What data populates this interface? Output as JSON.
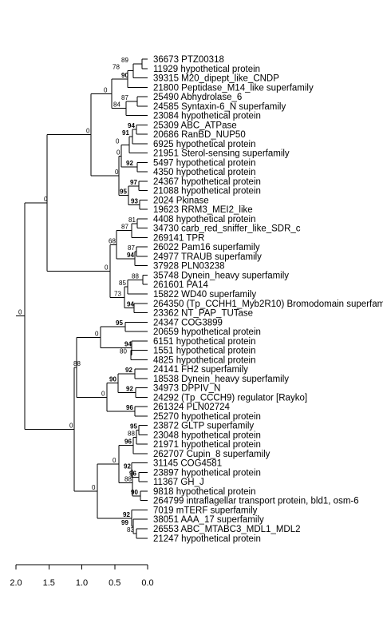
{
  "tree": {
    "leaves": [
      "36673 PTZ00318",
      "11929 hypothetical protein",
      "39315 M20_dipept_like_CNDP",
      "21800 Peptidase_M14_like superfamily",
      "25490 Abhydrolase_6",
      "24585 Syntaxin-6_N superfamily",
      "23084 hypothetical protein",
      "25309 ABC_ATPase",
      "20686 RanBD_NUP50",
      "6925 hypothetical protein",
      "21951 Sterol-sensing superfamily",
      "5497 hypothetical protein",
      "4350 hypothetical protein",
      "24367 hypothetical protein",
      "21088 hypothetical protein",
      "2024 Pkinase",
      "19623 RRM3_MEI2_like",
      "4408 hypothetical protein",
      "34730 carb_red_sniffer_like_SDR_c",
      "269141 TPR",
      "26022 Pam16 superfamily",
      "24977 TRAUB superfamily",
      "37928 PLN03238",
      "35748 Dynein_heavy superfamily",
      "261601 PA14",
      "15822 WD40 superfamily",
      "264350 (Tp_CCHH1_Myb2R10) Bromodomain superfamily",
      "23362 NT_PAP_TUTase",
      "24347 COG3899",
      "20659 hypothetical protein",
      "6151 hypothetical protein",
      "1551 hypothetical protein",
      "4825 hypothetical protein",
      "24141 FH2 superfamily",
      "18538 Dynein_heavy superfamily",
      "34973 DPPIV_N",
      "24292 (Tp_CCCH9) regulator [Rayko]",
      "261324 PLN02724",
      "25270 hypothetical protein",
      "23872 GLTP superfamily",
      "23048 hypothetical protein",
      "21971 hypothetical protein",
      "262707 Cupin_8 superfamily",
      "31145 COG4581",
      "23897 hypothetical protein",
      "11367 GH_J",
      "9818 hypothetical protein",
      "264799 intraflagellar transport protein, bld1, osm-6",
      "7019 mTERF superfamily",
      "38051 AAA_17 superfamily",
      "26553 ABC_MTABC3_MDL1_MDL2",
      "21247 hypothetical protein"
    ],
    "supports": [
      {
        "value": "89",
        "bold": false
      },
      {
        "value": "78",
        "bold": false
      },
      {
        "value": "90",
        "bold": true
      },
      {
        "value": "0",
        "bold": false
      },
      {
        "value": "87",
        "bold": false
      },
      {
        "value": "84",
        "bold": false
      },
      {
        "value": "0",
        "bold": false
      },
      {
        "value": "94",
        "bold": true
      },
      {
        "value": "91",
        "bold": true
      },
      {
        "value": "0",
        "bold": false
      },
      {
        "value": "92",
        "bold": true
      },
      {
        "value": "0",
        "bold": false
      },
      {
        "value": "97",
        "bold": true
      },
      {
        "value": "95",
        "bold": true
      },
      {
        "value": "93",
        "bold": true
      },
      {
        "value": "0",
        "bold": false
      },
      {
        "value": "81",
        "bold": false
      },
      {
        "value": "87",
        "bold": false
      },
      {
        "value": "68",
        "bold": false
      },
      {
        "value": "87",
        "bold": false
      },
      {
        "value": "94",
        "bold": true
      },
      {
        "value": "0",
        "bold": false
      },
      {
        "value": "88",
        "bold": false
      },
      {
        "value": "85",
        "bold": false
      },
      {
        "value": "73",
        "bold": false
      },
      {
        "value": "94",
        "bold": true
      },
      {
        "value": "0",
        "bold": false
      },
      {
        "value": "95",
        "bold": true
      },
      {
        "value": "94",
        "bold": true
      },
      {
        "value": "80",
        "bold": false
      },
      {
        "value": "0",
        "bold": false
      },
      {
        "value": "92",
        "bold": true
      },
      {
        "value": "92",
        "bold": true
      },
      {
        "value": "90",
        "bold": true
      },
      {
        "value": "96",
        "bold": true
      },
      {
        "value": "0",
        "bold": false
      },
      {
        "value": "95",
        "bold": true
      },
      {
        "value": "88",
        "bold": false
      },
      {
        "value": "96",
        "bold": true
      },
      {
        "value": "0",
        "bold": false
      },
      {
        "value": "92",
        "bold": true
      },
      {
        "value": "96",
        "bold": true
      },
      {
        "value": "88",
        "bold": false
      },
      {
        "value": "90",
        "bold": true
      },
      {
        "value": "0",
        "bold": false
      },
      {
        "value": "92",
        "bold": true
      },
      {
        "value": "99",
        "bold": true
      },
      {
        "value": "83",
        "bold": false
      },
      {
        "value": "0",
        "bold": false
      },
      {
        "value": "0",
        "bold": false
      }
    ],
    "scale": {
      "ticks": [
        "2.0",
        "1.5",
        "1.0",
        "0.5",
        "0.0"
      ]
    }
  }
}
